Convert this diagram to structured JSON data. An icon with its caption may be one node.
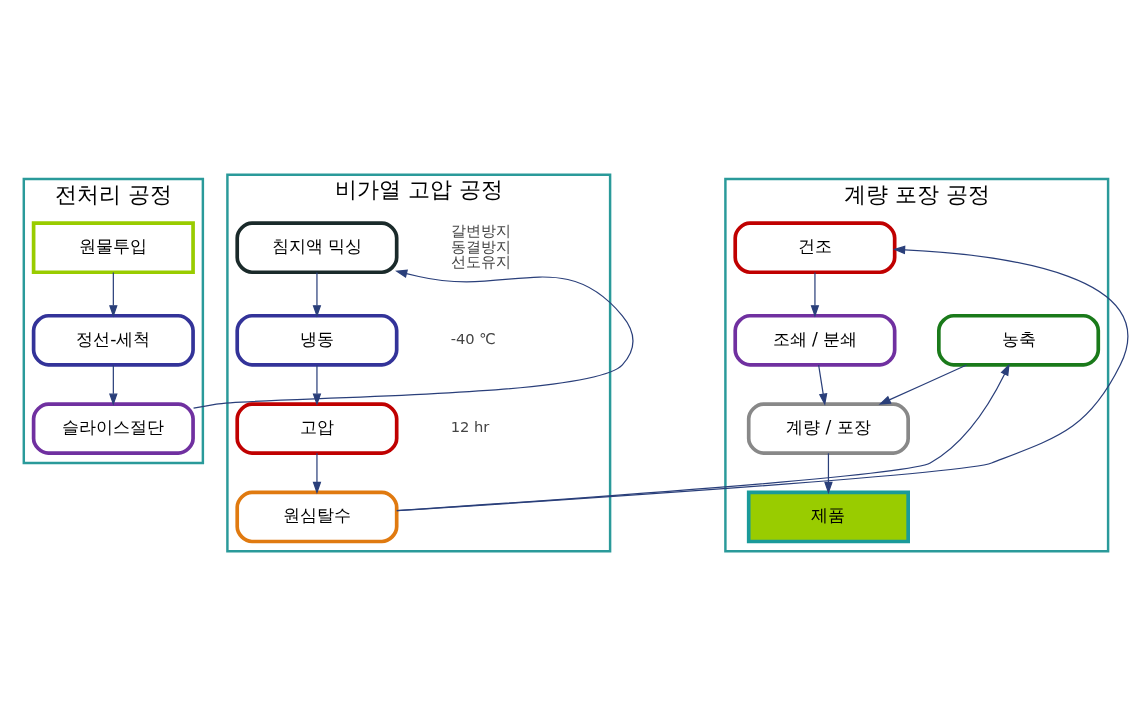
{
  "diagram": {
    "nodes": [
      {
        "text": [
          "전처리 공정"
        ]
      },
      {
        "text": [
          "원물투입"
        ],
        "in": 0
      },
      {
        "text": [
          "정선-세척"
        ],
        "in": 0
      },
      {
        "text": [
          "슬라이스절단"
        ],
        "in": 0
      },
      {
        "text": [
          "비가열 고압 공정"
        ]
      },
      {
        "text": [
          "침지액 믹싱"
        ],
        "in": 4,
        "beside": [
          "갈변방지",
          "동결방지",
          "선도유지"
        ]
      },
      {
        "text": [
          "냉동"
        ],
        "in": 4,
        "beside": [
          "-40 ℃"
        ]
      },
      {
        "text": [
          "고압"
        ],
        "in": 4,
        "beside": [
          "12 hr"
        ]
      },
      {
        "text": [
          "원심탈수"
        ],
        "in": 4
      },
      {
        "text": [
          "계량 포장 공정"
        ]
      },
      {
        "text": [
          "농축"
        ],
        "in": 9
      },
      {
        "text": [
          "건조"
        ],
        "in": 9
      },
      {
        "text": [
          "조쇄 / 분쇄"
        ],
        "in": 9
      },
      {
        "text": [
          "계량 / 포장"
        ],
        "in": 9
      },
      {
        "text": [
          "제품"
        ],
        "in": 9
      }
    ],
    "edges": [
      {
        "from": 1,
        "to": 2,
        "arrow": "to"
      },
      {
        "from": 2,
        "to": 3,
        "arrow": "to"
      },
      {
        "from": 3,
        "to": 5,
        "arrow": "to"
      },
      {
        "from": 5,
        "to": 6,
        "arrow": "to"
      },
      {
        "from": 6,
        "to": 7,
        "arrow": "to"
      },
      {
        "from": 7,
        "to": 8,
        "arrow": "to"
      },
      {
        "from": 8,
        "to": 10,
        "arrow": "to"
      },
      {
        "from": 8,
        "to": 11,
        "arrow": "to"
      },
      {
        "from": 11,
        "to": 12,
        "arrow": "to"
      },
      {
        "from": 10,
        "to": 13,
        "arrow": "to"
      },
      {
        "from": 12,
        "to": 13,
        "arrow": "to"
      },
      {
        "from": 13,
        "to": 14,
        "arrow": "to"
      }
    ]
  }
}
